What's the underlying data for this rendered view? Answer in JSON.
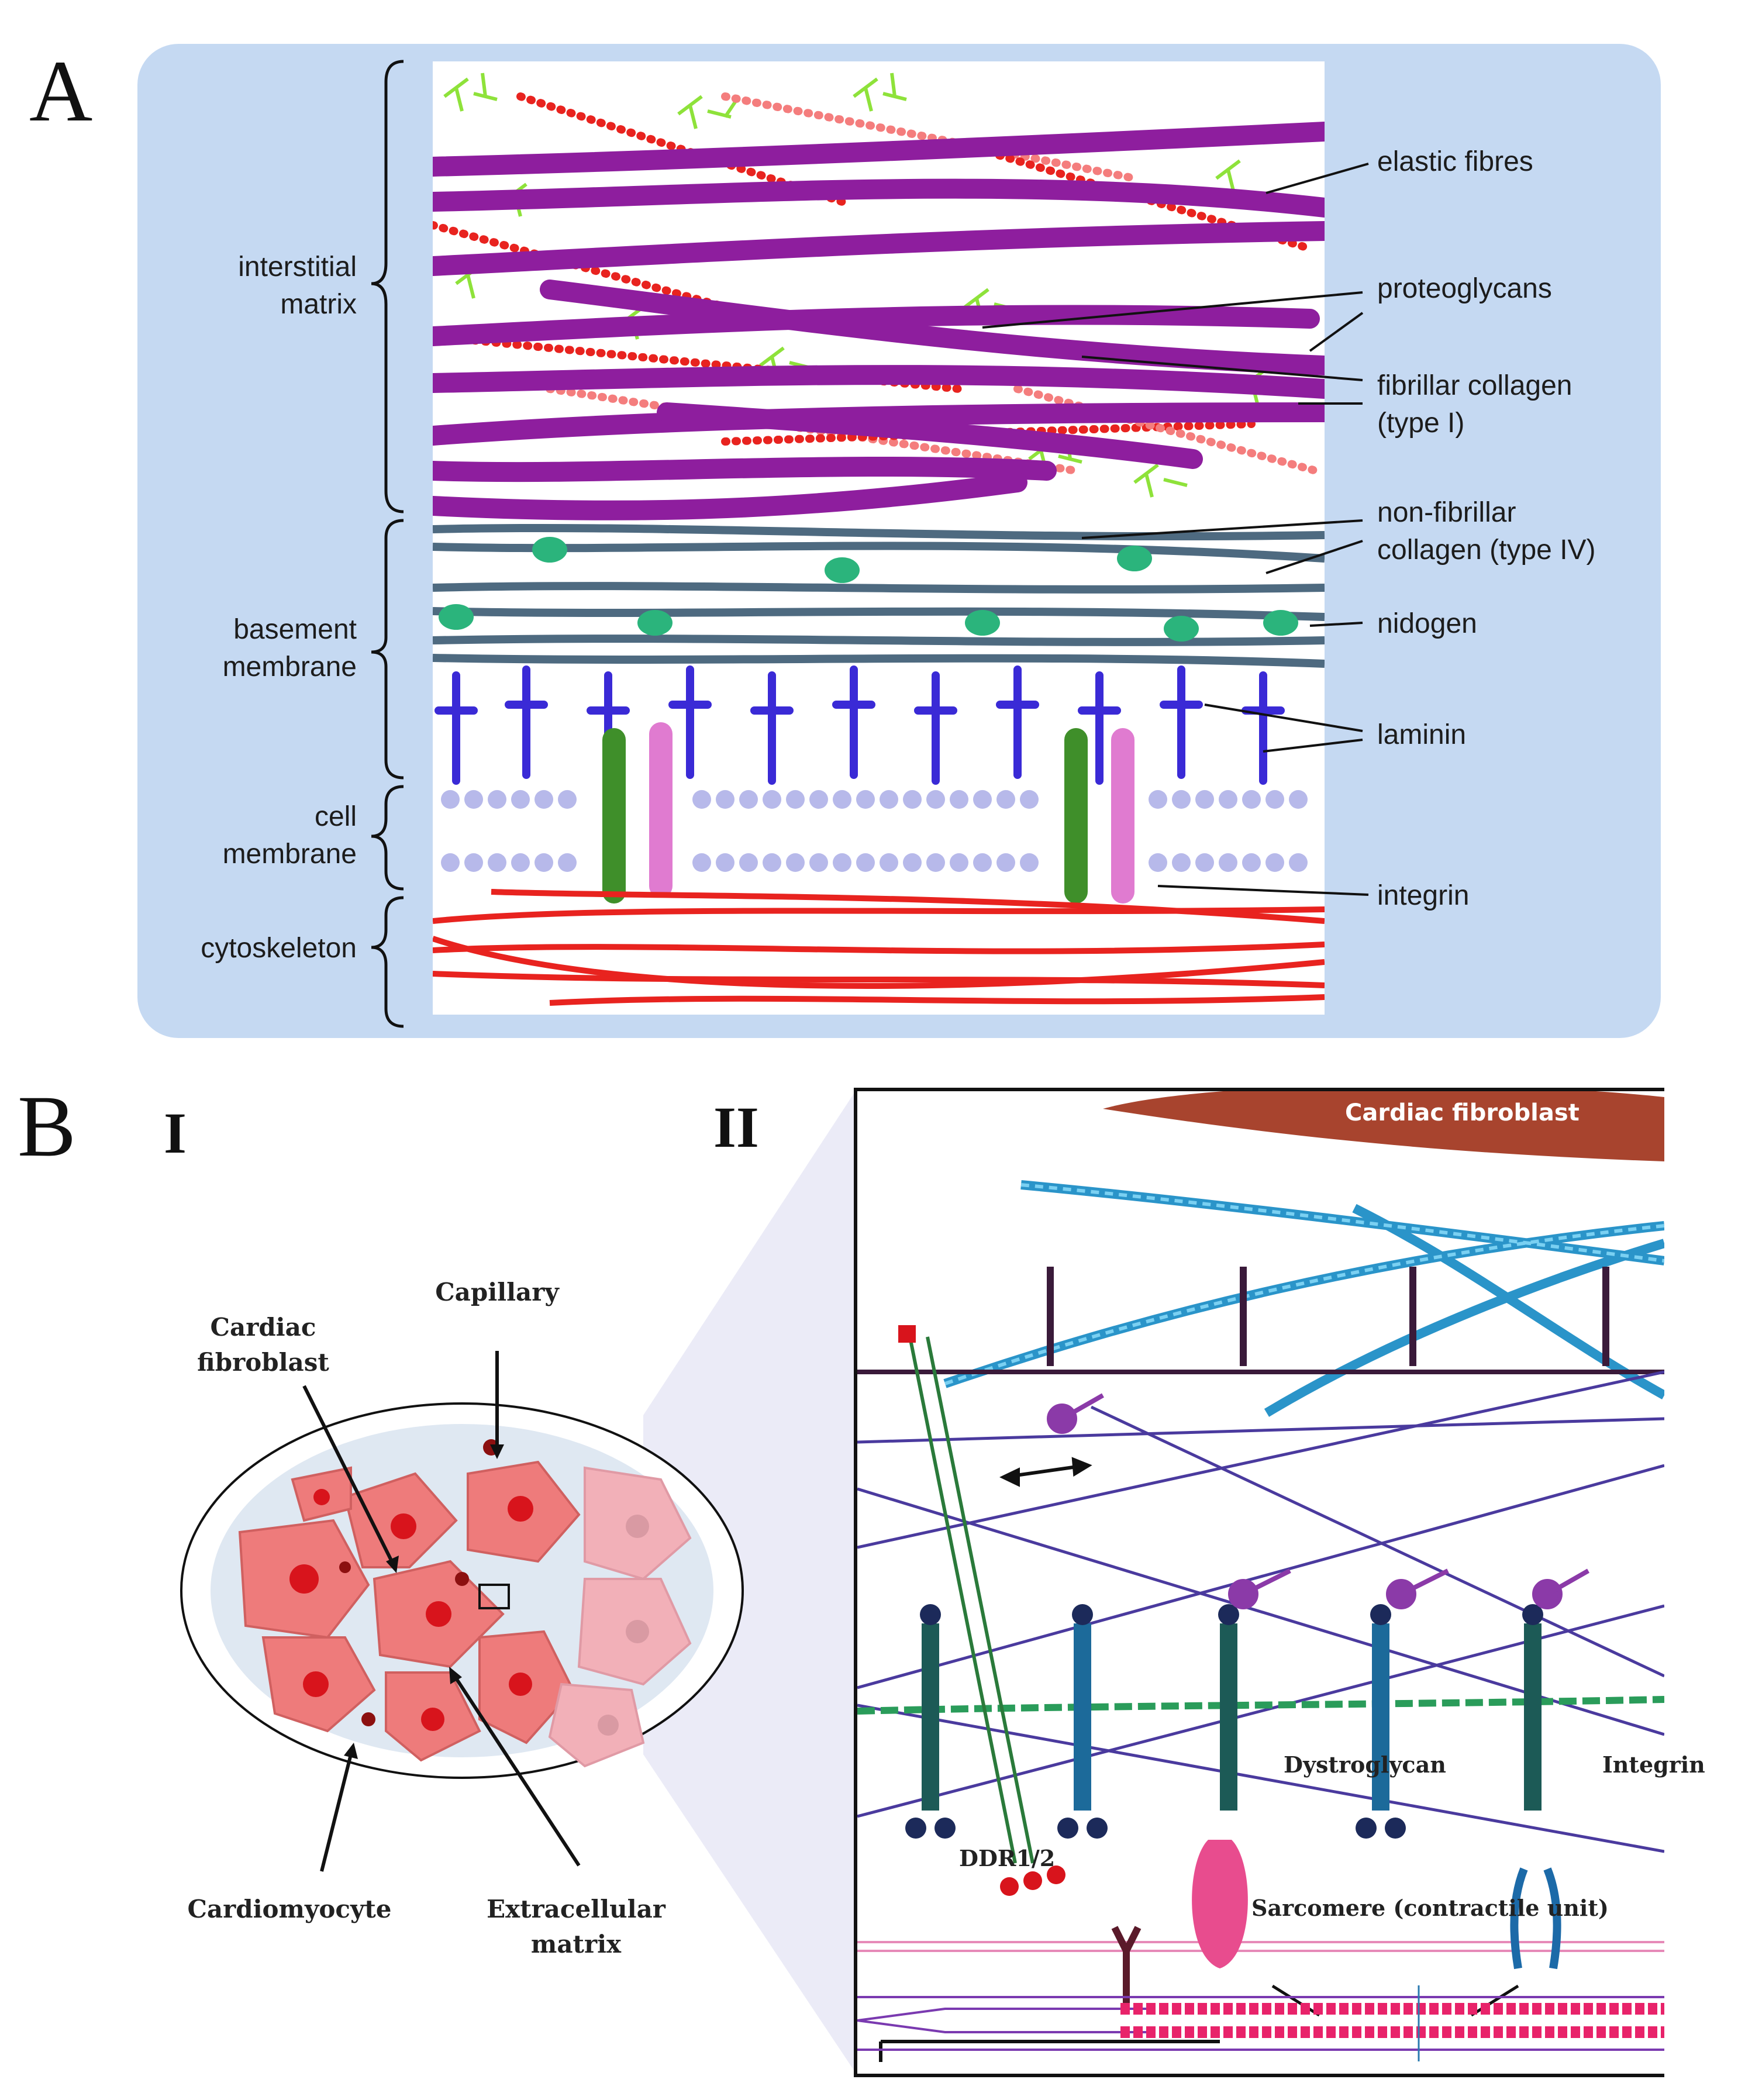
{
  "panel_a": {
    "letter": "A",
    "left_labels": {
      "interstitial": [
        "interstitial",
        "matrix"
      ],
      "basement": [
        "basement",
        "membrane"
      ],
      "cell": [
        "cell",
        "membrane"
      ],
      "cytoskeleton": "cytoskeleton"
    },
    "right_labels": {
      "elastic": "elastic fibres",
      "proteoglycans": "proteoglycans",
      "fibrillar": [
        "fibrillar collagen",
        "(type I)"
      ],
      "nonfibrillar": [
        "non-fibrillar",
        "collagen (type IV)"
      ],
      "nidogen": "nidogen",
      "laminin": "laminin",
      "integrin": "integrin"
    }
  },
  "panel_b": {
    "letter": "B",
    "sub_i": "I",
    "sub_ii": "II",
    "capillary": "Capillary",
    "cardiac_fibroblast": [
      "Cardiac",
      "fibroblast"
    ],
    "cardiomyocyte": "Cardiomyocyte",
    "extracellular_matrix": [
      "Extracellular",
      "matrix"
    ],
    "zoom_fibroblast": "Cardiac fibroblast",
    "dystroglycan": "Dystroglycan",
    "integrin": "Integrin",
    "ddr": "DDR1/2",
    "sarcomere": "Sarcomere (contractile unit)"
  },
  "colors": {
    "panel_a_bg": "#c5d9f2",
    "collagen_purple": "#8e1e9e",
    "elastic_red": "#e8231f",
    "proteoglycan_green": "#8ee23a",
    "type_iv_blue": "#4e6a80",
    "laminin": "#3a2ad6",
    "cell_pink": "#ee7b7b",
    "sarcomere_pink": "#e8236a"
  }
}
